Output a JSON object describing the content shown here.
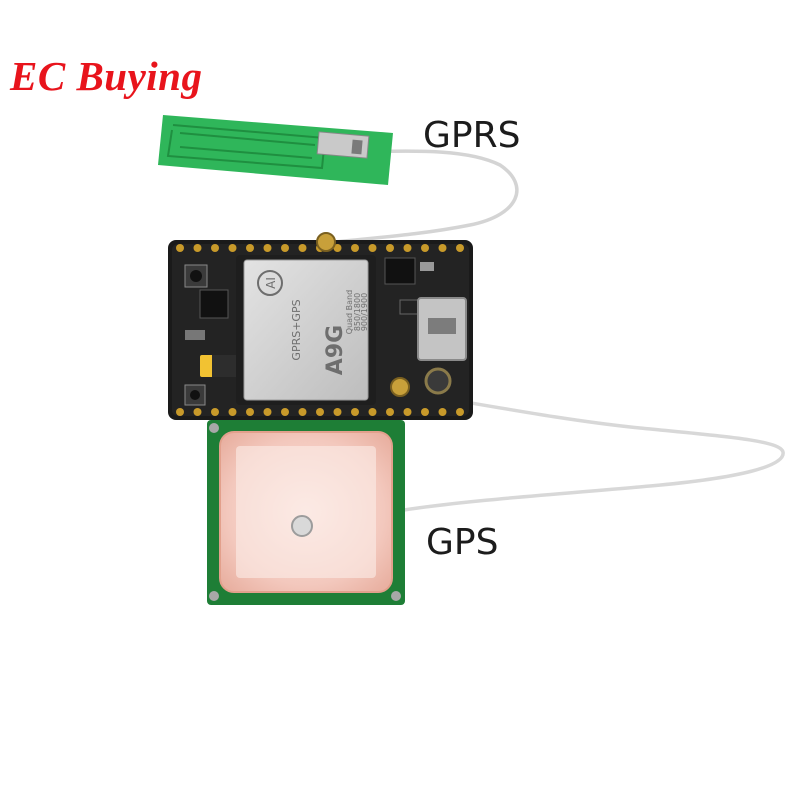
{
  "brand": {
    "text": "EC Buying",
    "color": "#e8141c"
  },
  "labels": {
    "gprs": "GPRS",
    "gps": "GPS"
  },
  "chip": {
    "line1": "GPRS+GPS",
    "line2": "A9G",
    "line3": "Quad Band",
    "line4": "850/1800",
    "line5": "900/1900",
    "logo": "AI"
  }
}
